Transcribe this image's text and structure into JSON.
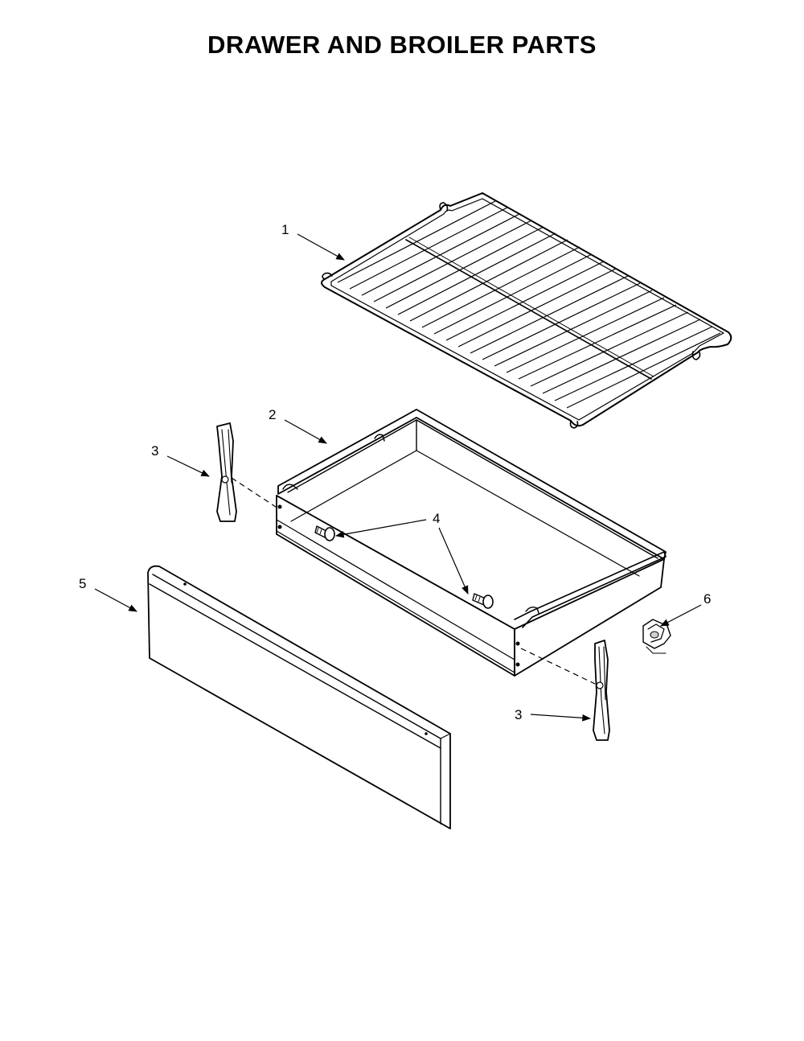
{
  "title": "DRAWER AND BROILER PARTS",
  "callouts": {
    "broiler_rack": "1",
    "broiler_pan_drawer": "2",
    "slide_rail_left": "3",
    "slide_rail_right": "3",
    "screws": "4",
    "drawer_front_panel": "5",
    "clip": "6"
  },
  "colors": {
    "line": "#000000",
    "part_fill": "#ffffff",
    "shade": "#cfcfcf"
  }
}
